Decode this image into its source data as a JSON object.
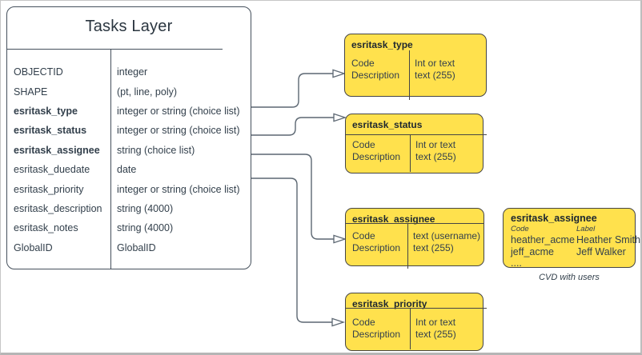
{
  "colors": {
    "domain_fill": "#ffe14d",
    "domain_border": "#454545",
    "entity_border": "#45505c",
    "connector": "#5c6772",
    "text": "#33404c",
    "canvas_border": "#c6c6c6"
  },
  "tasks_table": {
    "title": "Tasks Layer",
    "fields": [
      {
        "name": "OBJECTID",
        "type": "integer"
      },
      {
        "name": "SHAPE",
        "type": "(pt, line, poly)"
      },
      {
        "name": "esritask_type",
        "type": "integer or string (choice list)"
      },
      {
        "name": "esritask_status",
        "type": "integer or string (choice list)"
      },
      {
        "name": "esritask_assignee",
        "type": "string (choice list)"
      },
      {
        "name": "esritask_duedate",
        "type": "date"
      },
      {
        "name": "esritask_priority",
        "type": "integer or string (choice list)"
      },
      {
        "name": "esritask_description",
        "type": "string (4000)"
      },
      {
        "name": "esritask_notes",
        "type": "string (4000)"
      },
      {
        "name": "GlobalID",
        "type": "GlobalID"
      }
    ]
  },
  "domains": [
    {
      "title": "esritask_type",
      "left_rows": [
        "Code",
        "Description"
      ],
      "right_rows": [
        "Int or text",
        "text (255)"
      ]
    },
    {
      "title": "esritask_status",
      "left_rows": [
        "Code",
        "Description"
      ],
      "right_rows": [
        "Int or text",
        "text (255)"
      ]
    },
    {
      "title": "esritask_assignee",
      "left_rows": [
        "Code",
        "Description"
      ],
      "right_rows": [
        "text (username)",
        "text (255)"
      ]
    },
    {
      "title": "esritask_priority",
      "left_rows": [
        "Code",
        "Description"
      ],
      "right_rows": [
        "Int or text",
        "text (255)"
      ]
    }
  ],
  "cvd_box": {
    "title": "esritask_assignee",
    "col_headers": [
      "Code",
      "Label"
    ],
    "rows": [
      {
        "code": "heather_acme",
        "label": "Heather Smith"
      },
      {
        "code": "jeff_acme",
        "label": "Jeff Walker"
      }
    ],
    "more": "....",
    "caption": "CVD with users"
  }
}
